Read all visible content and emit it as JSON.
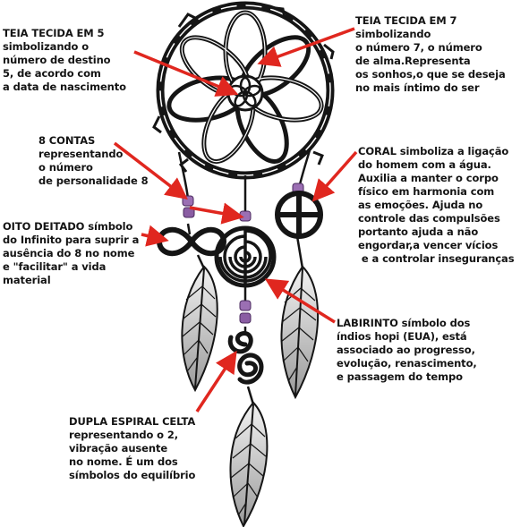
{
  "colors": {
    "ink": "#151515",
    "arrow": "#e0271f",
    "bead": "#9b6fb3",
    "bead_dark": "#6a3f86",
    "feather_light": "#d9d9d9"
  },
  "labels": {
    "teia5": [
      "TEIA TECIDA EM 5",
      "simbolizando o",
      "número de destino",
      "5, de acordo com",
      "a data de nascimento"
    ],
    "teia7": [
      "TEIA TECIDA EM 7",
      "simbolizando",
      "o número 7, o número",
      "de alma.Representa",
      "os sonhos,o que se deseja",
      "no mais íntimo do ser"
    ],
    "contas": [
      "8 CONTAS",
      "representando",
      "o número",
      "de personalidade 8"
    ],
    "coral": [
      "CORAL simboliza a ligação",
      "do homem com a água.",
      "Auxilia a manter o corpo",
      "físico em harmonia com",
      "as emoções. Ajuda no",
      "controle das compulsões",
      "portanto ajuda a não",
      "engordar,a vencer vícios",
      " e a controlar inseguranças"
    ],
    "oito": [
      "OITO DEITADO símbolo",
      "do Infinito para suprir a",
      "ausência do 8 no nome",
      "e \"facilitar\" a vida",
      "material"
    ],
    "labirinto": [
      "LABIRINTO símbolo dos",
      "índios hopi (EUA), está",
      "associado ao progresso,",
      "evolução, renascimento,",
      "e passagem do tempo"
    ],
    "espiral": [
      "DUPLA ESPIRAL CELTA",
      "representando o 2,",
      "vibração ausente",
      "no nome. É um dos",
      "símbolos do equilíbrio"
    ]
  }
}
